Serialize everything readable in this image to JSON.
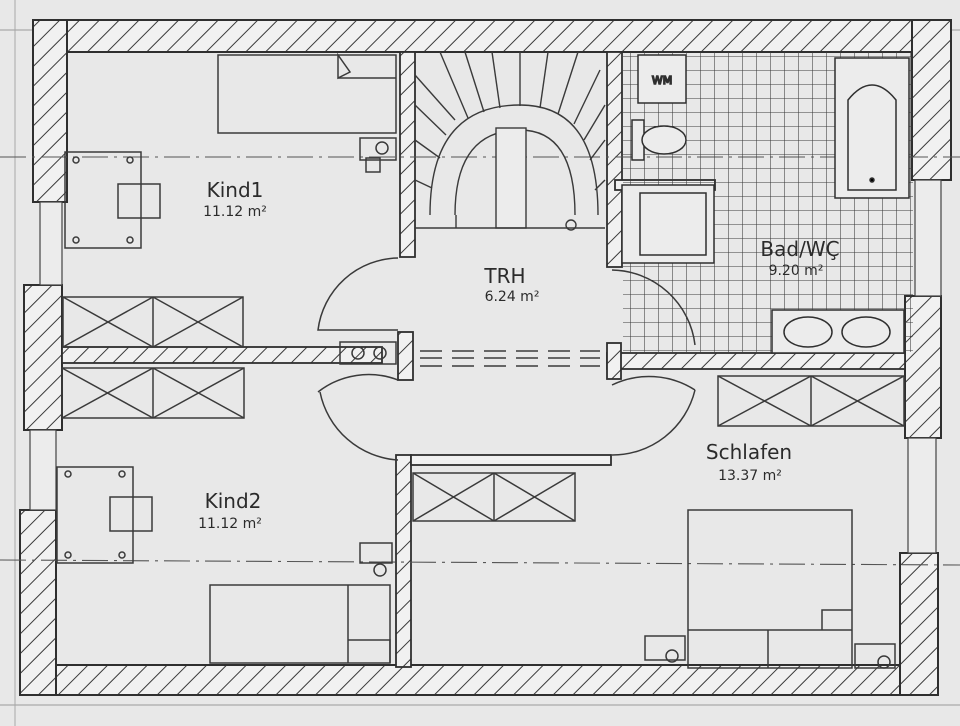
{
  "colors": {
    "paper": "#eaeaea",
    "line": "#333333",
    "light_line": "#6a6a6a",
    "wall_fill": "#f1f1f1"
  },
  "rooms": [
    {
      "id": "kind1",
      "label": "Kind1",
      "area": "11.12  m²"
    },
    {
      "id": "trh",
      "label": "TRH",
      "area": "6.24  m²"
    },
    {
      "id": "bad",
      "label": "Bad/WÇ",
      "area": "9.20  m²"
    },
    {
      "id": "kind2",
      "label": "Kind2",
      "area": "11.12  m²"
    },
    {
      "id": "schlafen",
      "label": "Schlafen",
      "area": "13.37  m²"
    }
  ],
  "fixtures": {
    "washing_machine": "WM"
  },
  "icons": [
    "bed-icon",
    "desk-icon",
    "wardrobe-icon",
    "stair-icon",
    "bathtub-icon",
    "toilet-icon",
    "shower-icon",
    "sink-icon",
    "outlet-icon"
  ]
}
